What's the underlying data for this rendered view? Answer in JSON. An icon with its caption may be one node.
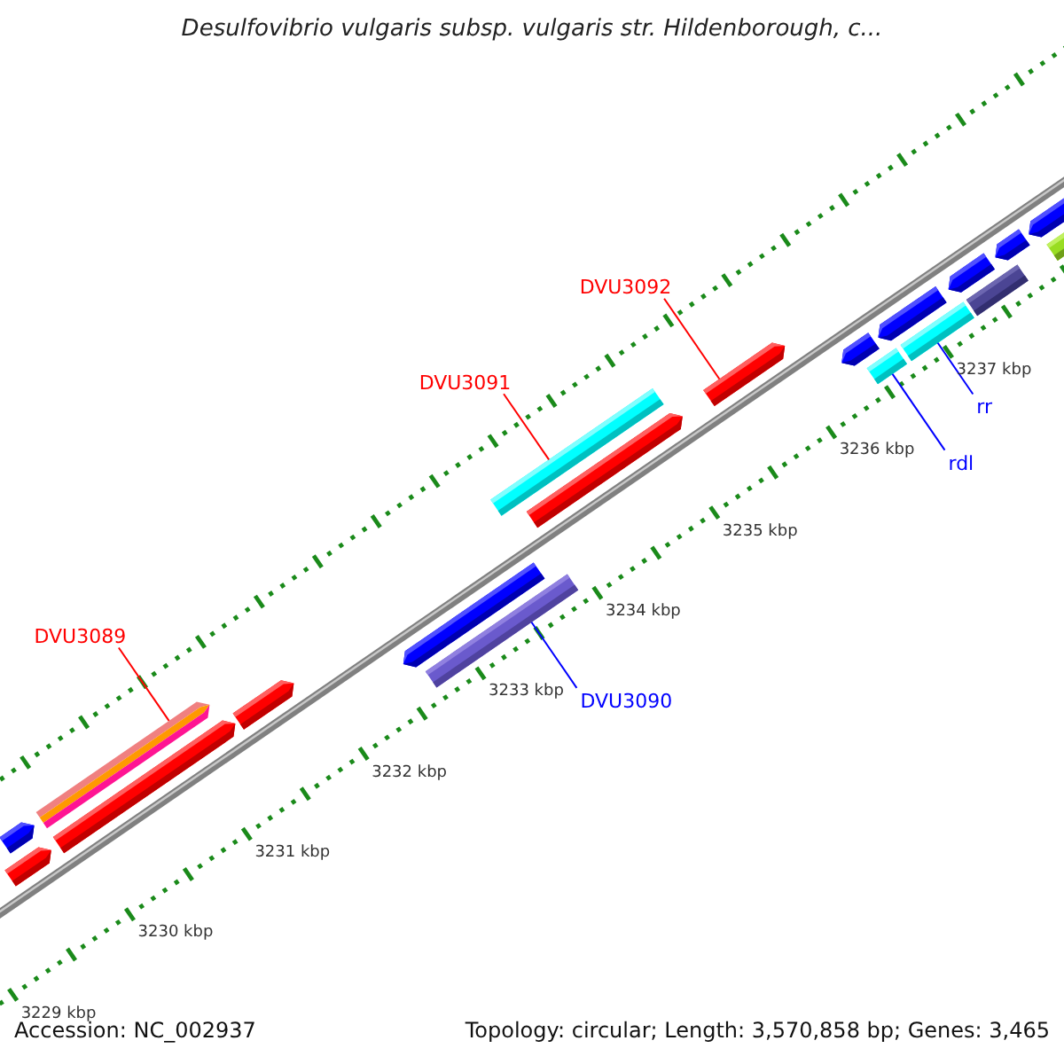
{
  "diagram": {
    "title": "Desulfovibrio vulgaris subsp. vulgaris str. Hildenborough, c...",
    "nodes": [
      {
        "text": [
          "DVU3089"
        ]
      },
      {
        "text": [
          "DVU3091"
        ]
      },
      {
        "text": [
          "DVU3092"
        ]
      },
      {
        "text": [
          "DVU3090"
        ]
      },
      {
        "text": [
          "rdl"
        ]
      },
      {
        "text": [
          "rr"
        ]
      },
      {
        "text": [],
        "shape": "bar"
      },
      {
        "text": [],
        "shape": "bar"
      },
      {
        "text": [],
        "shape": "bar"
      },
      {
        "text": [],
        "shape": "bar"
      },
      {
        "text": [],
        "shape": "bar"
      },
      {
        "text": [],
        "shape": "bar"
      },
      {
        "text": [],
        "shape": "bar"
      },
      {
        "text": [],
        "shape": "bar"
      },
      {
        "text": [],
        "shape": "bar"
      },
      {
        "text": [],
        "shape": "bar"
      },
      {
        "text": [],
        "shape": "bar"
      },
      {
        "text": [],
        "shape": "bar"
      },
      {
        "text": [],
        "shape": "bar"
      },
      {
        "text": [],
        "shape": "bar"
      },
      {
        "text": [],
        "shape": "bar"
      },
      {
        "text": [],
        "shape": "bar"
      },
      {
        "text": [],
        "shape": "bar"
      },
      {
        "text": [],
        "shape": "bar"
      },
      {
        "text": [],
        "shape": "bar"
      }
    ],
    "edges": [
      {
        "from": 0,
        "to": 8,
        "arrow": "none"
      },
      {
        "from": 1,
        "to": 13,
        "arrow": "none"
      },
      {
        "from": 2,
        "to": 15,
        "arrow": "none"
      },
      {
        "from": 3,
        "to": 12,
        "arrow": "none",
        "color": "#0000ff"
      },
      {
        "from": 4,
        "to": 17,
        "arrow": "none",
        "color": "#0000ff"
      },
      {
        "from": 5,
        "to": 19,
        "arrow": "none",
        "color": "#0000ff"
      }
    ],
    "labels": [
      "3229 kbp",
      "3230 kbp",
      "3231 kbp",
      "3232 kbp",
      "3233 kbp",
      "3234 kbp",
      "3235 kbp",
      "3236 kbp",
      "3237 kbp",
      "Accession: NC_002937",
      "Topology: circular; Length: 3,570,858 bp; Genes: 3,465"
    ]
  }
}
